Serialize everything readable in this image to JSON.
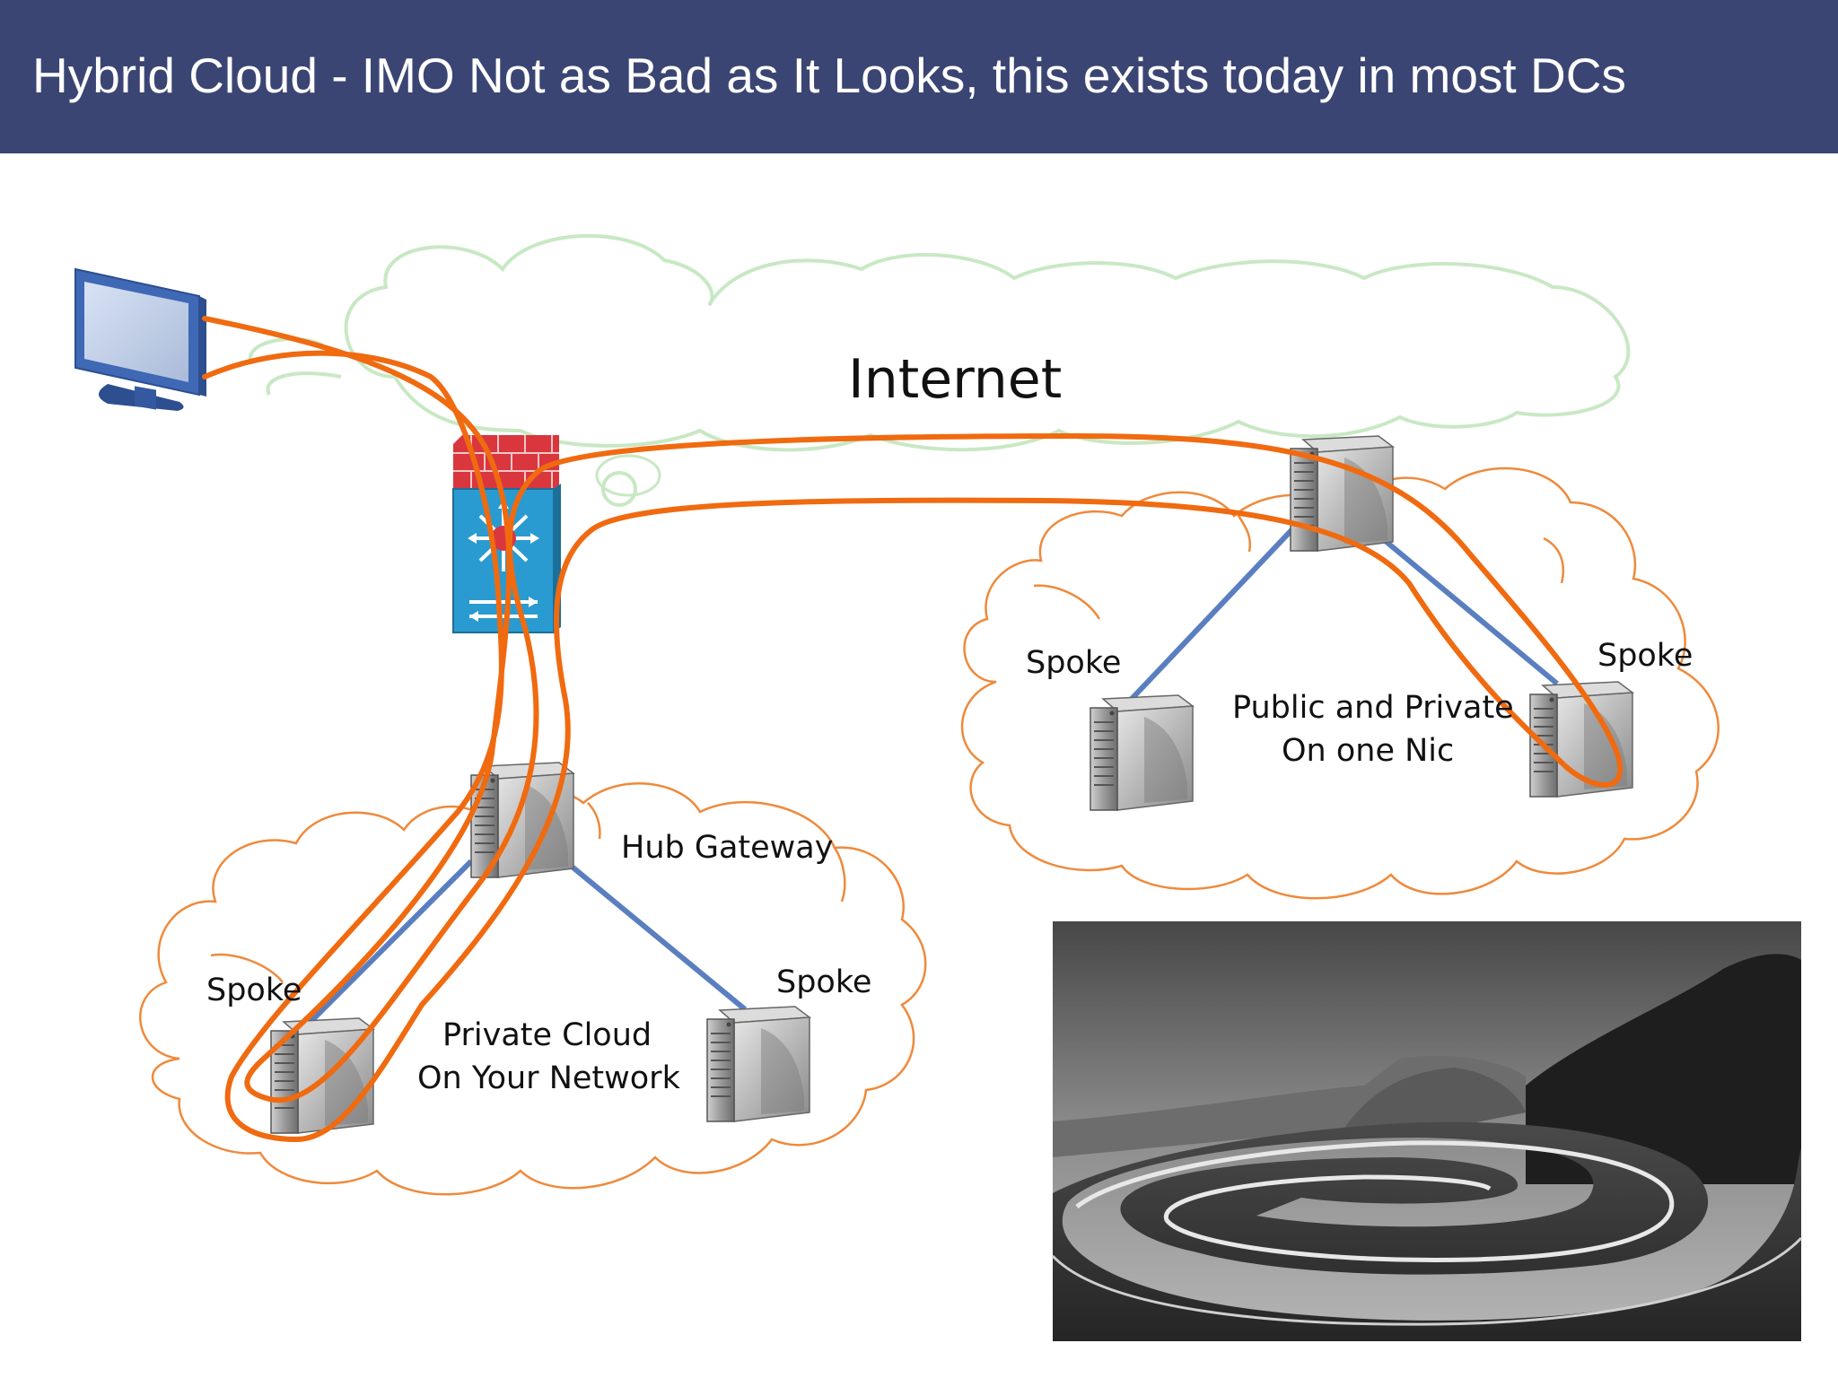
{
  "slide": {
    "title": "Hybrid Cloud - IMO Not as Bad as It Looks, this exists today in most DCs"
  },
  "diagram": {
    "internet_label": "Internet",
    "hub_gateway_label": "Hub Gateway",
    "private_cloud_line1": "Private Cloud",
    "private_cloud_line2": "On Your Network",
    "public_cloud_line1": "Public and Private",
    "public_cloud_line2": "On one Nic",
    "spoke_labels": [
      "Spoke",
      "Spoke",
      "Spoke",
      "Spoke"
    ]
  },
  "colors": {
    "title_bar": "#3b4573",
    "orange_path": "#f06a10",
    "cloud_outline": "#ee8a3c",
    "internet_cloud": "#c8e8c4",
    "link_line": "#5a7fc0",
    "firewall_red": "#d9363e",
    "switch_blue": "#2a9bd0"
  },
  "icons": [
    "monitor-icon",
    "firewall-icon",
    "switch-icon",
    "server-icon",
    "road-photo"
  ]
}
